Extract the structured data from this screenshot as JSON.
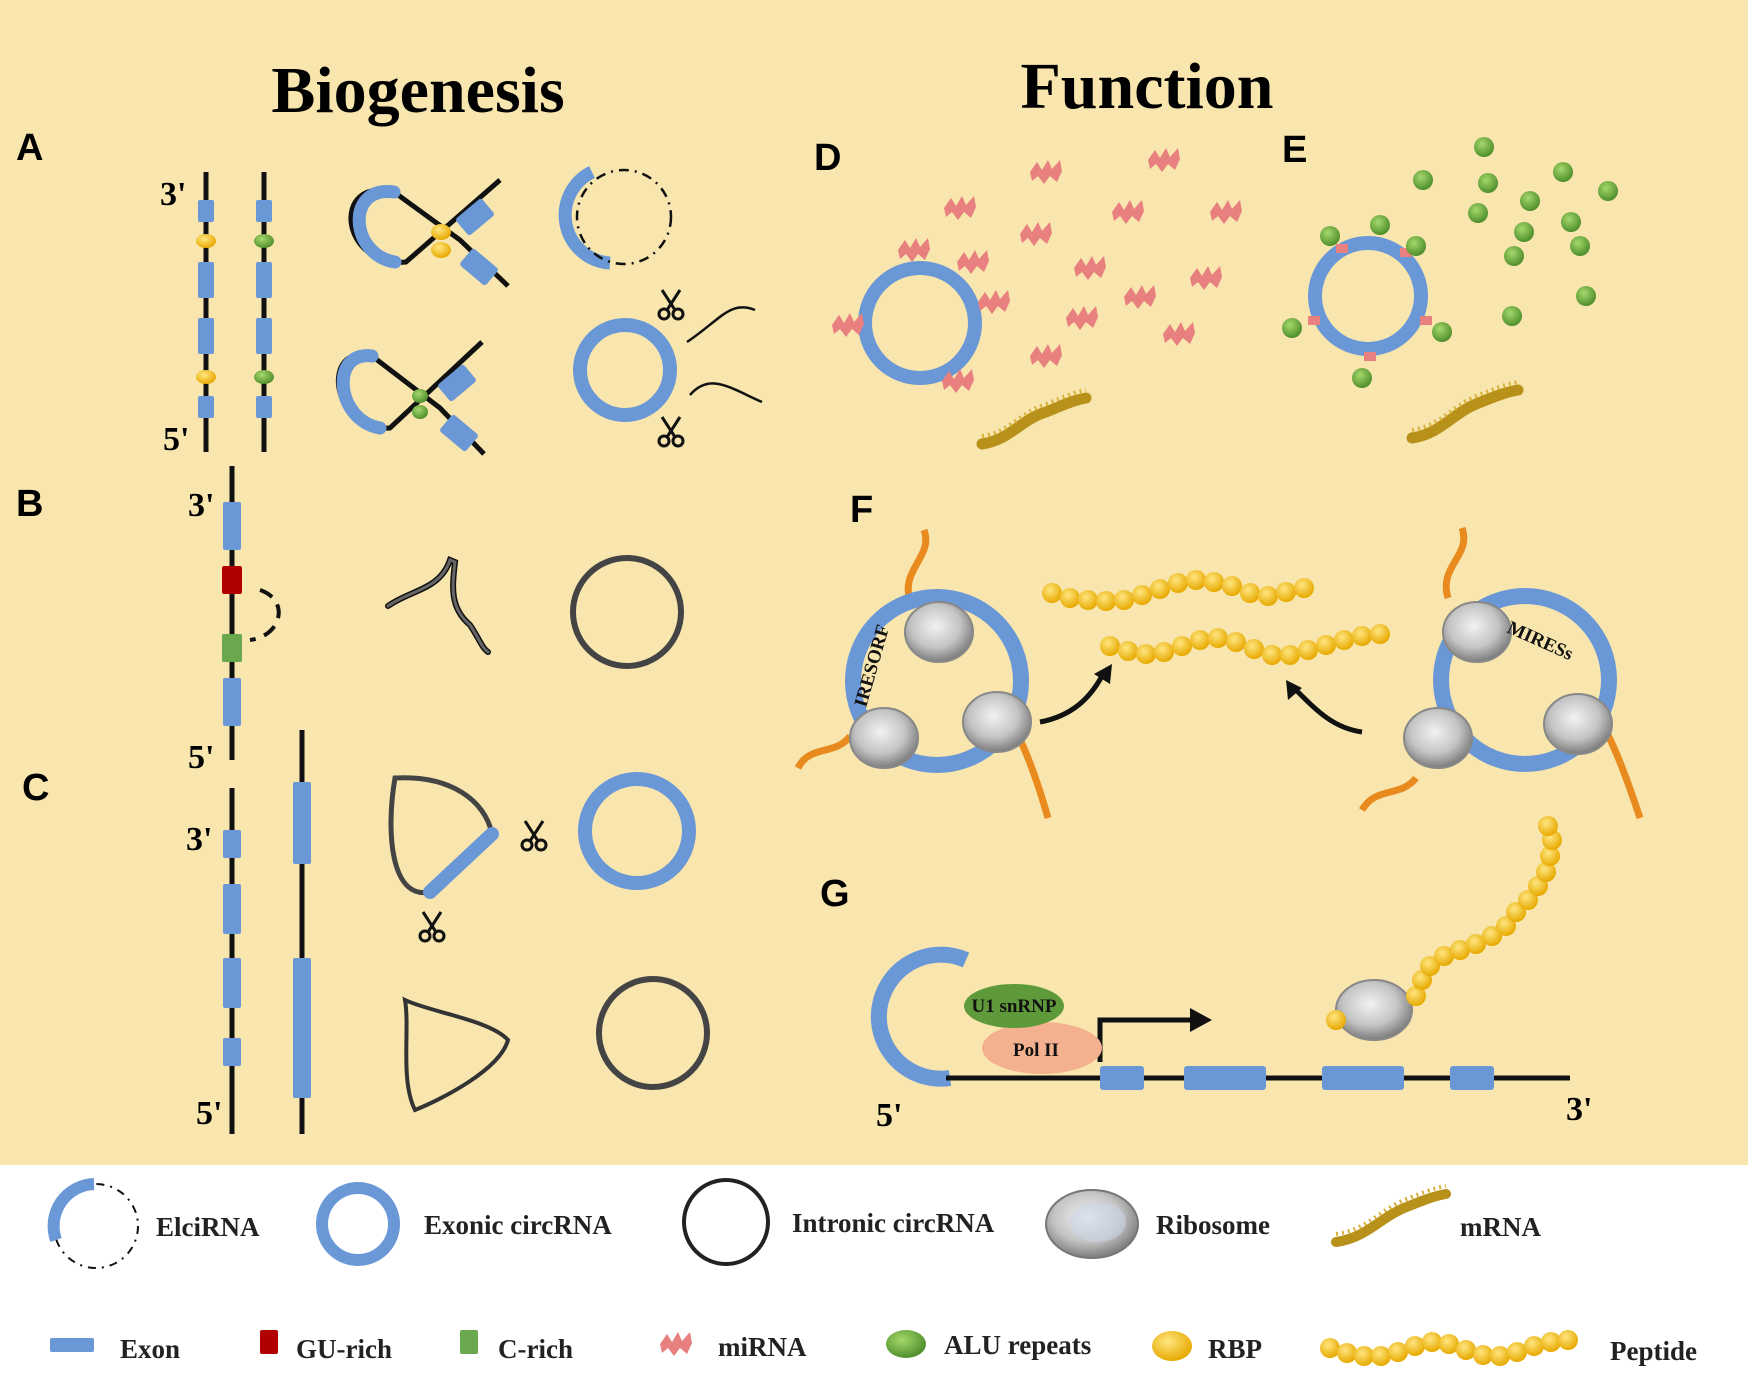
{
  "headings": {
    "biogenesis": "Biogenesis",
    "function": "Function"
  },
  "panels": {
    "a": "A",
    "b": "B",
    "c": "C",
    "d": "D",
    "e": "E",
    "f": "F",
    "g": "G"
  },
  "ends": {
    "three_prime": "3'",
    "five_prime": "5'"
  },
  "inner_labels": {
    "iresorf": "IRESORF",
    "miress": "MIRESs",
    "u1": "U1 snRNP",
    "pol2": "Pol II"
  },
  "legend": {
    "row1": [
      "ElciRNA",
      "Exonic circRNA",
      "Intronic circRNA",
      "Ribosome",
      "mRNA"
    ],
    "row2": [
      "Exon",
      "GU-rich",
      "C-rich",
      "miRNA",
      "ALU repeats",
      "RBP",
      "Peptide"
    ]
  },
  "colors": {
    "background": "#f8e6ae",
    "exon": "#6a97d6",
    "gu_rich": "#b00000",
    "c_rich": "#6aa84f",
    "mirna": "#e88080",
    "alu": "#6aa84f",
    "peptide": "#f2c12e",
    "mrna": "#b8911a",
    "ribosome": "#c8c8c8"
  }
}
